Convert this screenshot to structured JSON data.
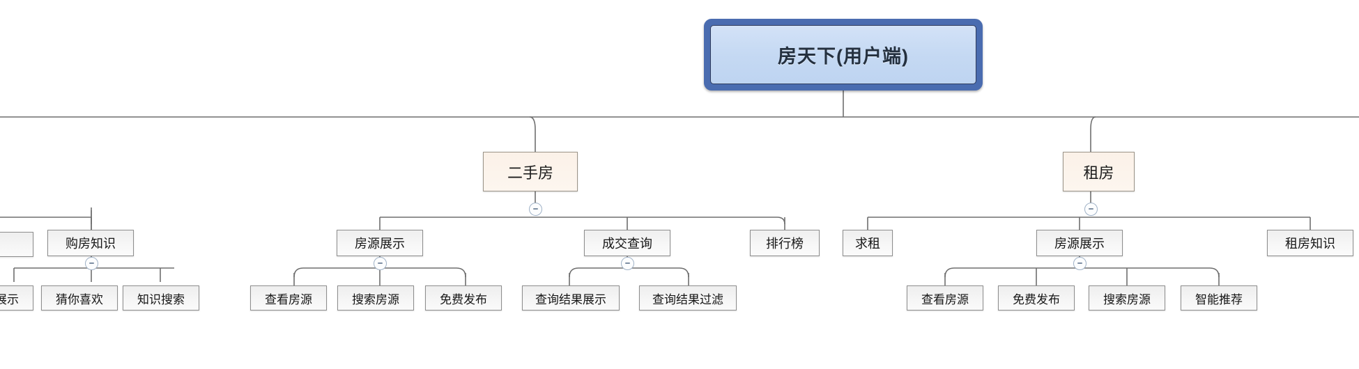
{
  "diagram": {
    "type": "mindmap-tree",
    "title": "房天下(用户端)",
    "colors": {
      "root_border": "#4a6cb0",
      "root_fill": "#c9dcf4",
      "level2_fill": "#fbf1e8",
      "level2_border": "#9b9488",
      "level3_fill": "#f3f3f3",
      "node_border": "#8e8e8e",
      "connector": "#6e6e6e",
      "toggle_border": "#9fb1c6"
    },
    "toggle_icon": "collapse-minus-icon"
  },
  "nodes": {
    "root": {
      "label": "房天下(用户端)"
    },
    "level2": [
      {
        "label": "二手房"
      },
      {
        "label": "租房"
      }
    ],
    "level3": [
      {
        "label": "购房知识"
      },
      {
        "label": "房源展示"
      },
      {
        "label": "成交查询"
      },
      {
        "label": "排行榜"
      },
      {
        "label": "求租"
      },
      {
        "label": "房源展示"
      },
      {
        "label": "租房知识"
      }
    ],
    "level4": [
      {
        "label": "展示"
      },
      {
        "label": "猜你喜欢"
      },
      {
        "label": "知识搜索"
      },
      {
        "label": "查看房源"
      },
      {
        "label": "搜索房源"
      },
      {
        "label": "免费发布"
      },
      {
        "label": "查询结果展示"
      },
      {
        "label": "查询结果过滤"
      },
      {
        "label": "查看房源"
      },
      {
        "label": "免费发布"
      },
      {
        "label": "搜索房源"
      },
      {
        "label": "智能推荐"
      }
    ]
  }
}
